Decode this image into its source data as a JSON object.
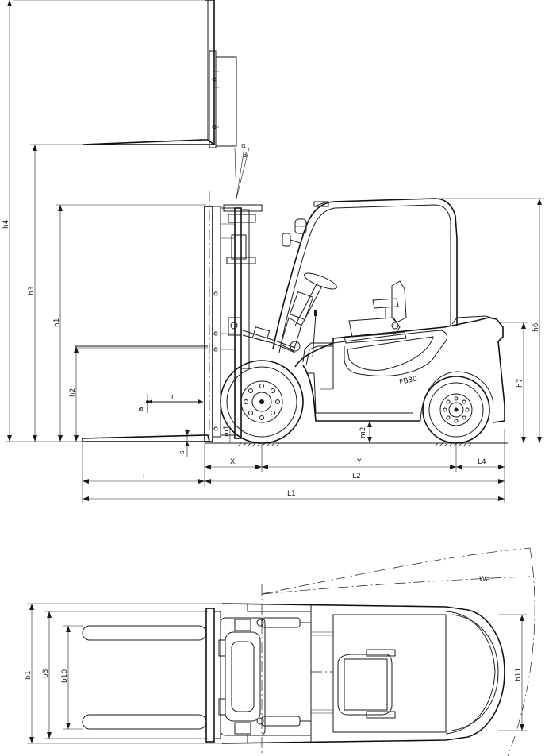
{
  "model_badge": "FB30",
  "labels": {
    "h4": "h4",
    "h3": "h3",
    "h1": "h1",
    "h2": "h2",
    "h6": "h6",
    "h7": "h7",
    "m1": "m1",
    "m2": "m2",
    "s": "s",
    "a": "a",
    "r": "r",
    "alpha": "α",
    "beta": "β",
    "X": "X",
    "Y": "Y",
    "L4": "L4",
    "l": "l",
    "L2": "L2",
    "L1": "L1",
    "Wa": "Wa",
    "b1": "b1",
    "b3": "b3",
    "b10": "b10",
    "b11": "b11"
  }
}
